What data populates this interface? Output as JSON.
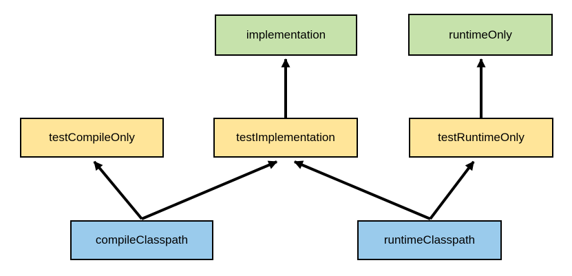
{
  "diagram": {
    "type": "dependency-graph",
    "description": "Gradle test configurations dependency diagram",
    "background_color": "#ffffff",
    "colors": {
      "green_node_fill": "#c6e2ab",
      "yellow_node_fill": "#ffe599",
      "blue_node_fill": "#9acbec",
      "node_border": "#000000",
      "arrow": "#000000",
      "text": "#000000"
    },
    "nodes": [
      {
        "id": "implementation",
        "label": "implementation",
        "group": "green"
      },
      {
        "id": "runtimeOnly",
        "label": "runtimeOnly",
        "group": "green"
      },
      {
        "id": "testCompileOnly",
        "label": "testCompileOnly",
        "group": "yellow"
      },
      {
        "id": "testImplementation",
        "label": "testImplementation",
        "group": "yellow"
      },
      {
        "id": "testRuntimeOnly",
        "label": "testRuntimeOnly",
        "group": "yellow"
      },
      {
        "id": "compileClasspath",
        "label": "compileClasspath",
        "group": "blue"
      },
      {
        "id": "runtimeClasspath",
        "label": "runtimeClasspath",
        "group": "blue"
      }
    ],
    "edges": [
      {
        "from": "testImplementation",
        "to": "implementation"
      },
      {
        "from": "testRuntimeOnly",
        "to": "runtimeOnly"
      },
      {
        "from": "compileClasspath",
        "to": "testCompileOnly"
      },
      {
        "from": "compileClasspath",
        "to": "testImplementation"
      },
      {
        "from": "runtimeClasspath",
        "to": "testImplementation"
      },
      {
        "from": "runtimeClasspath",
        "to": "testRuntimeOnly"
      }
    ]
  }
}
